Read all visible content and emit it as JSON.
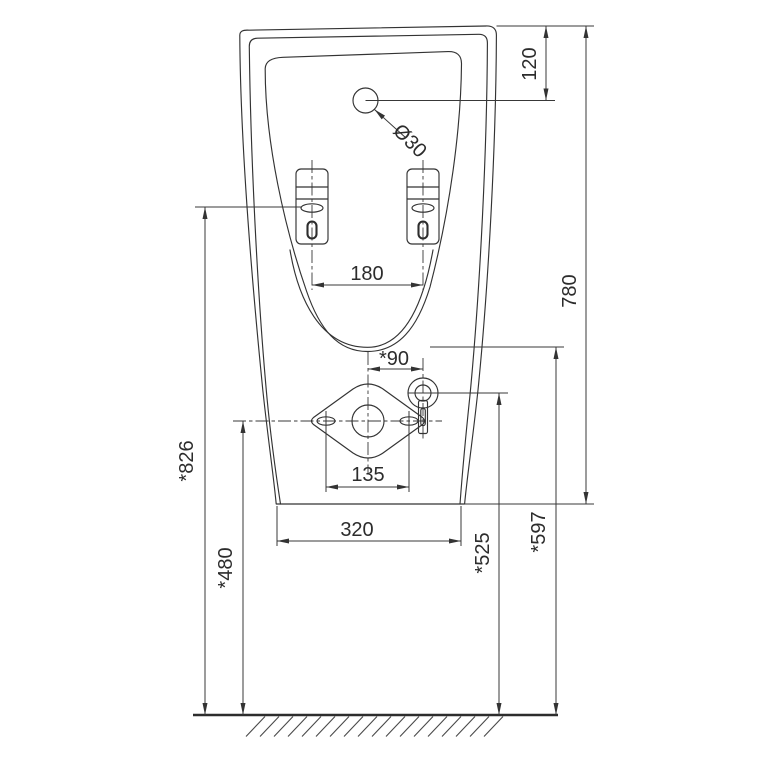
{
  "drawing": {
    "dimensions": {
      "top_to_hole": "120",
      "hole_diameter": "Ø30",
      "bracket_spacing": "180",
      "overall_height": "780",
      "center_to_inlet": "*90",
      "flange_bolt_spacing": "135",
      "base_width": "320",
      "floor_to_bracket": "*826",
      "floor_to_outlet": "*480",
      "floor_to_inlet": "*525",
      "floor_to_bowl": "*597"
    },
    "colors": {
      "line": "#333333",
      "text": "#2c2c2c",
      "background": "#ffffff"
    }
  }
}
